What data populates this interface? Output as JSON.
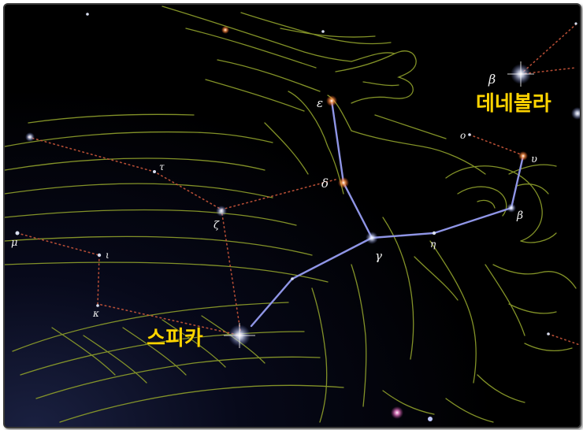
{
  "image": {
    "subject": "Virgo constellation star map",
    "colors": {
      "background": "#000000",
      "figure_outline": "#8a9a2a",
      "constellation_lines": "#8f95e6",
      "boundary_dots": "#c8553a",
      "star_name": "#ffd400"
    }
  },
  "star_names": {
    "spica": "스피카",
    "vindemiatrix": "데네볼라"
  },
  "greek_labels": {
    "beta_top": "β",
    "epsilon": "ε",
    "delta": "δ",
    "gamma": "γ",
    "eta": "η",
    "beta": "β",
    "nu": "υ",
    "omicron": "ο",
    "tau": "τ",
    "zeta": "ζ",
    "mu": "μ",
    "iota": "ι",
    "kappa": "κ"
  }
}
